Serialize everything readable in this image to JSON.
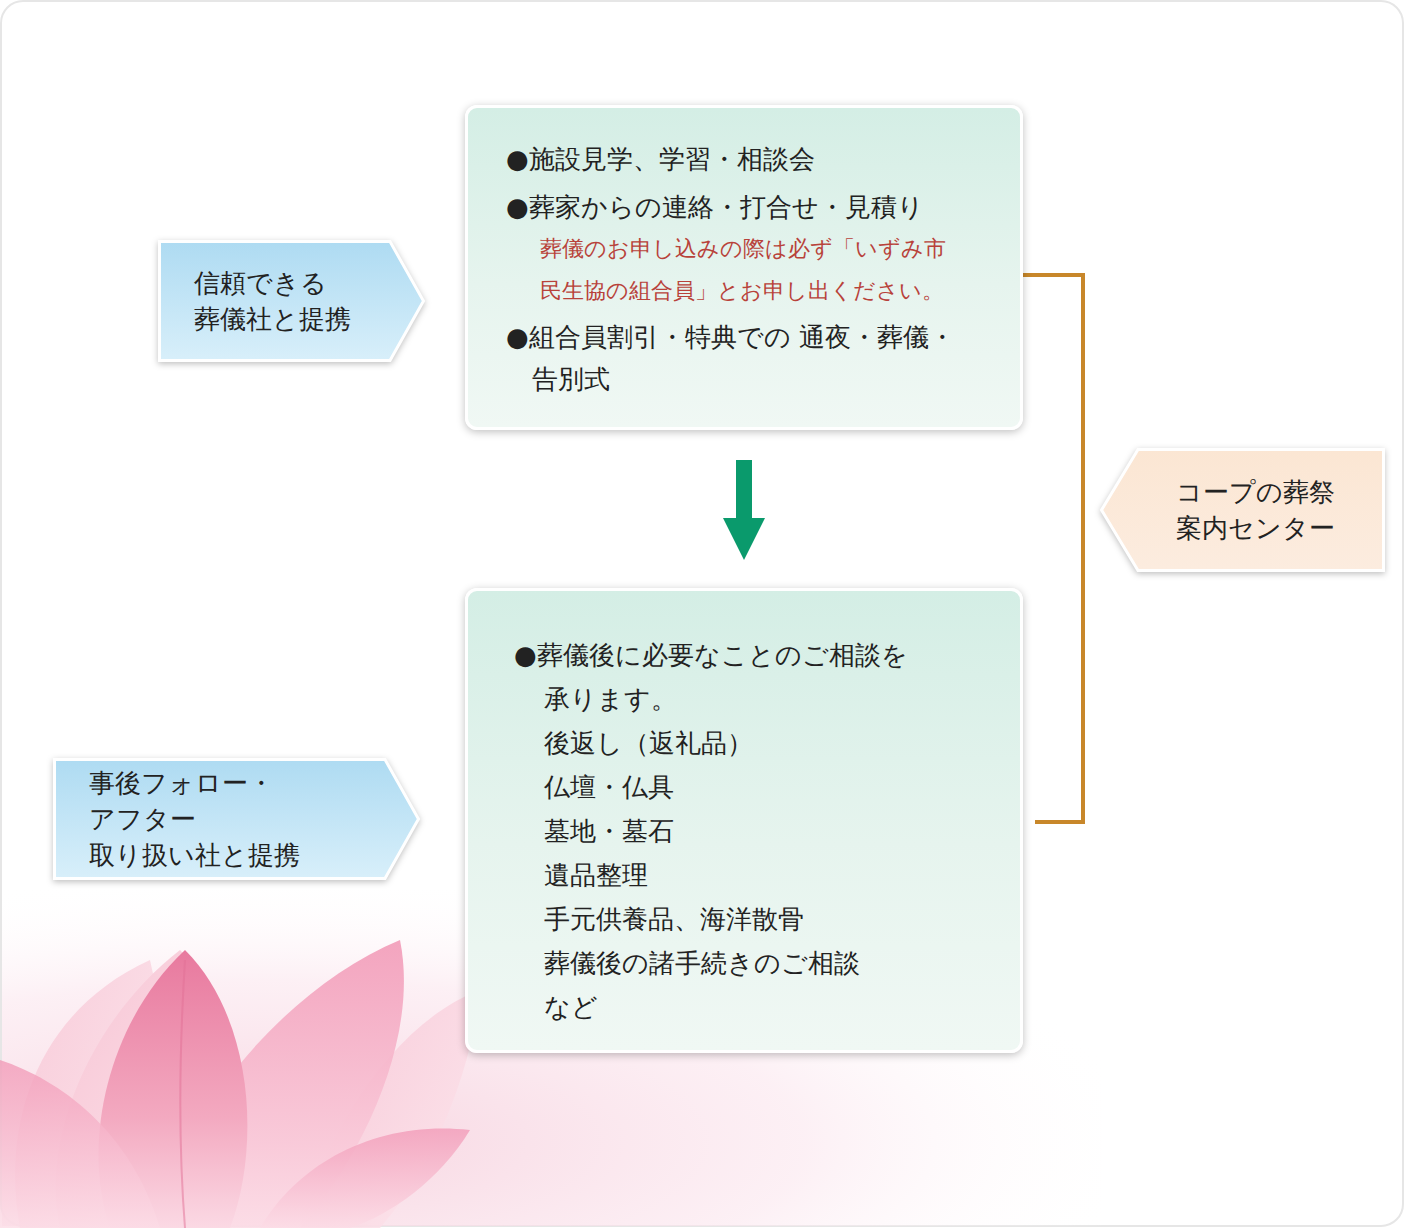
{
  "diagram": {
    "nodes": [
      {
        "text": [
          "信頼できる 葬儀社と提携"
        ]
      },
      {
        "text": [
          "●施設見学、学習・相談会",
          "●葬家からの連絡・打合せ・見積り",
          "葬儀のお申し込みの際は必ず「いずみ市 民生協の組合員」とお申し出ください。",
          "●組合員割引・特典での 通夜・葬儀・告別式"
        ]
      },
      {
        "text": [
          "●葬儀後に必要なことのご相談を 承ります。",
          "後返し（返礼品）",
          "仏壇・仏具",
          "墓地・墓石",
          "遺品整理",
          "手元供養品、海洋散骨",
          "葬儀後の諸手続きのご相談",
          "など"
        ]
      },
      {
        "text": [
          "事後フォロー・アフター 取り扱い社と提携"
        ]
      },
      {
        "text": [
          "コープの葬祭 案内センター"
        ]
      }
    ],
    "edges": [
      {
        "from": 1,
        "to": 2,
        "arrow": "to"
      }
    ]
  }
}
